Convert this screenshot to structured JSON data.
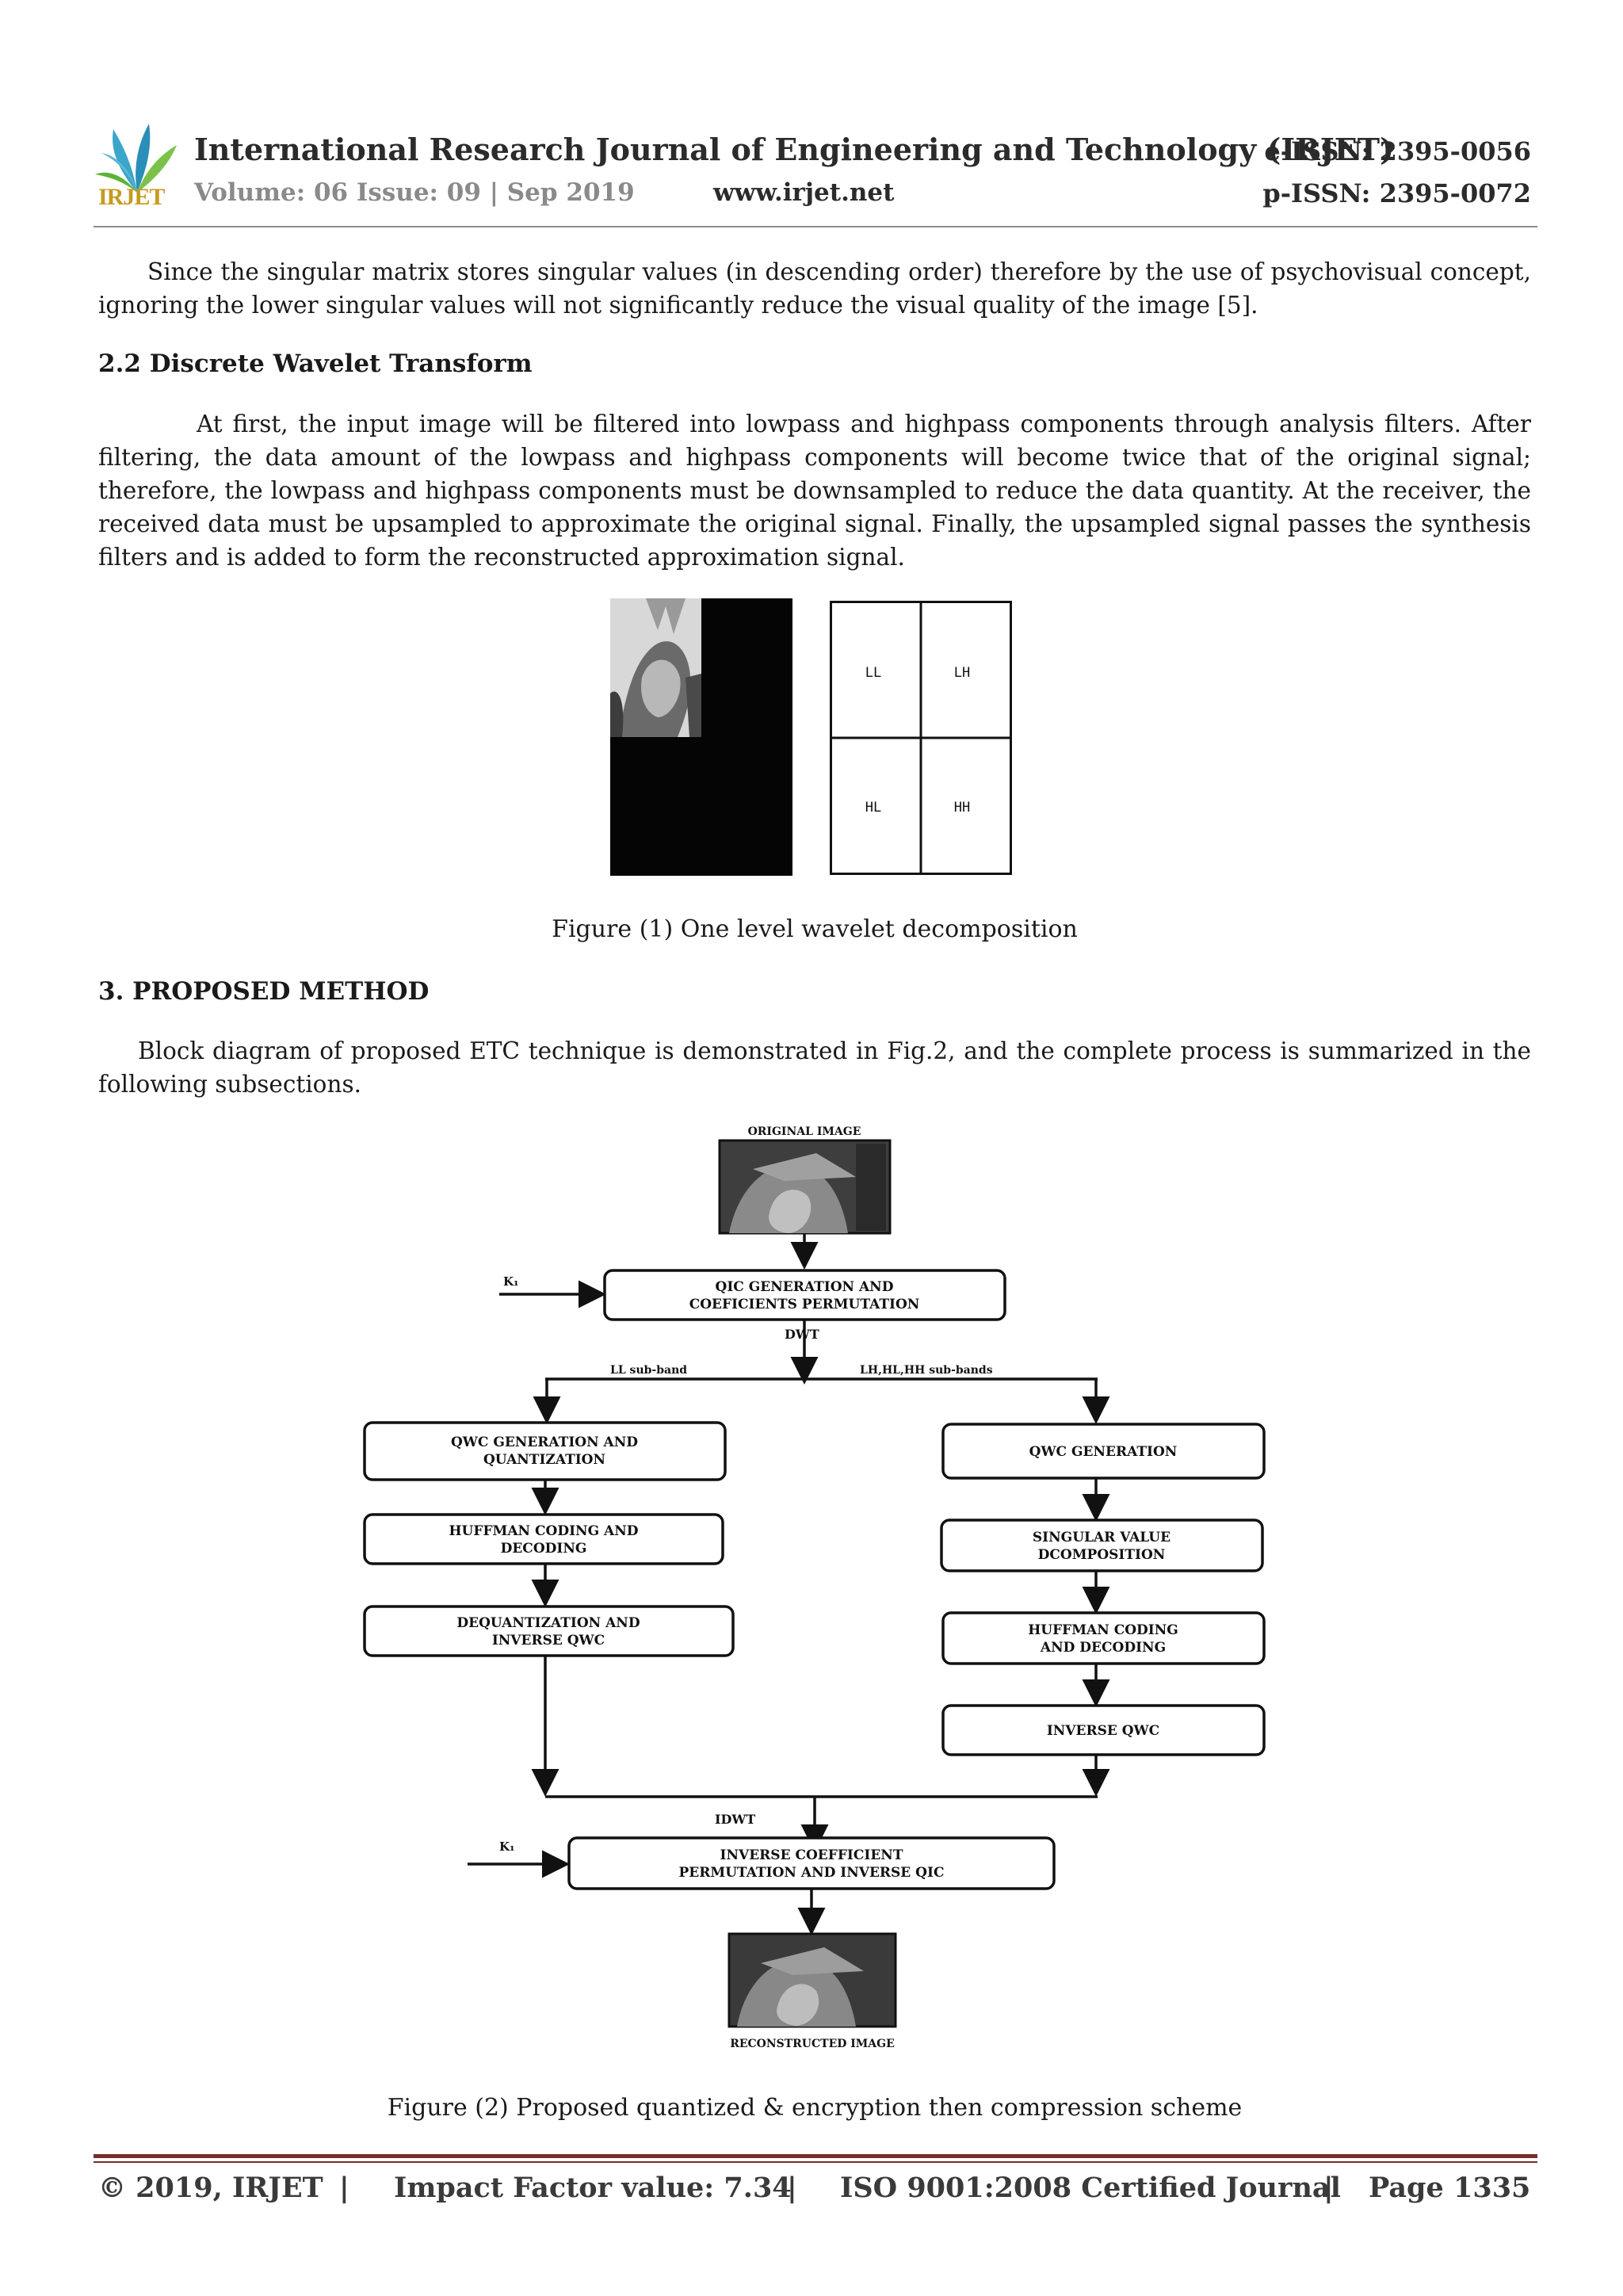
{
  "header": {
    "logo_text": "IRJET",
    "journal_title": "International Research Journal of Engineering and Technology (IRJET)",
    "e_issn": "e-ISSN: 2395-0056",
    "volume": "Volume: 06 Issue: 09 | Sep 2019",
    "website": "www.irjet.net",
    "p_issn": "p-ISSN: 2395-0072"
  },
  "body": {
    "para1": "Since the singular matrix stores singular values (in descending order) therefore by the use of psychovisual concept, ignoring the lower singular values will not significantly reduce the visual quality of the image [5].",
    "section_2_2": "2.2  Discrete Wavelet Transform",
    "para2": "At first, the input image will be filtered into lowpass and highpass components through analysis filters. After filtering, the data amount of the lowpass and highpass components will become twice that of the original signal; therefore, the lowpass and highpass components must be downsampled to reduce the data quantity. At the receiver, the received data must be upsampled to approximate the original signal. Finally, the upsampled signal passes the synthesis filters and is added to form the reconstructed approximation signal.",
    "figure1": {
      "cells": [
        "LL",
        "LH",
        "HL",
        "HH"
      ],
      "caption": "Figure (1) One level wavelet decomposition"
    },
    "section_3": "3. PROPOSED METHOD",
    "para3": "Block diagram of proposed ETC technique is demonstrated in Fig.2, and the complete process is summarized in the following subsections.",
    "figure2": {
      "original_image": "ORIGINAL IMAGE",
      "key_top": "K₁",
      "qic_box": [
        "QIC GENERATION AND",
        "COEFICIENTS PERMUTATION"
      ],
      "dwt": "DWT",
      "ll_branch": "LL sub-band",
      "lh_branch": "LH,HL,HH sub-bands",
      "left_box1": [
        "QWC GENERATION AND",
        "QUANTIZATION"
      ],
      "left_box2": [
        "HUFFMAN CODING AND",
        "DECODING"
      ],
      "left_box3": [
        "DEQUANTIZATION AND",
        "INVERSE QWC"
      ],
      "right_box1": [
        "QWC GENERATION"
      ],
      "right_box2": [
        "SINGULAR VALUE",
        "DCOMPOSITION"
      ],
      "right_box3": [
        "HUFFMAN CODING",
        "AND DECODING"
      ],
      "right_box4": [
        "INVERSE QWC"
      ],
      "idwt": "IDWT",
      "key_bottom": "K₁",
      "inverse_box": [
        "INVERSE COEFFICIENT",
        "PERMUTATION AND INVERSE QIC"
      ],
      "reconstructed_image": "RECONSTRUCTED IMAGE",
      "caption": "Figure (2) Proposed quantized & encryption then compression scheme"
    }
  },
  "footer": {
    "copyright": "© 2019, IRJET",
    "sep1": "|",
    "impact": "Impact Factor value: 7.34",
    "sep2": "|",
    "iso": "ISO 9001:2008 Certified Journal",
    "sep3": "|",
    "page": "Page 1335"
  }
}
